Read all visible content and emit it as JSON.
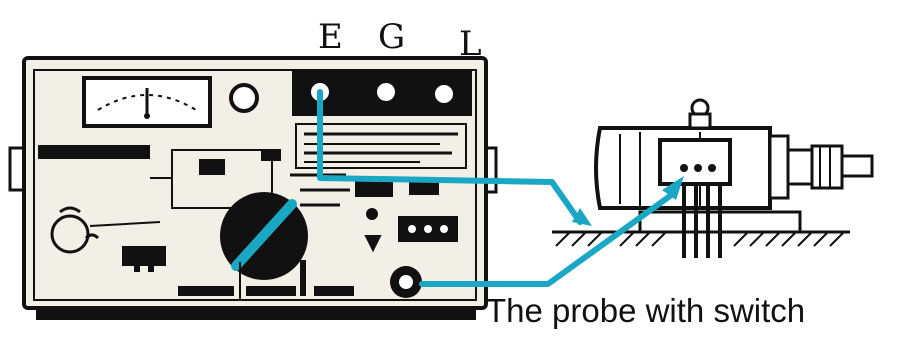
{
  "terminals": {
    "earth": "E",
    "guard": "G",
    "line": "L"
  },
  "caption": "The probe with switch",
  "colors": {
    "lead_wire": "#1aa7c4",
    "ink": "#111111",
    "panel": "#f2efe6"
  }
}
